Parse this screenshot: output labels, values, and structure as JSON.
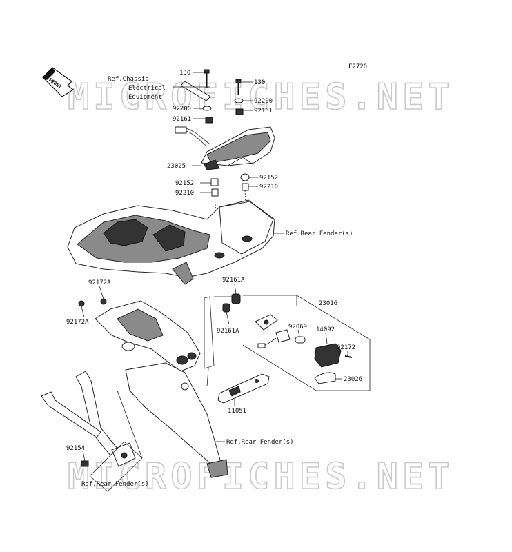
{
  "figure_code": "F2720",
  "front_arrow_label": "FRONT",
  "watermark": "MICROFICHES.NET",
  "parts": {
    "p130_left": "130",
    "p130_right": "130",
    "p92200_left": "92200",
    "p92200_right": "92200",
    "p92161_left": "92161",
    "p92161_right": "92161",
    "p23025": "23025",
    "p92152_left": "92152",
    "p92152_right": "92152",
    "p92210_left": "92210",
    "p92210_right": "92210",
    "p92172A_top": "92172A",
    "p92172A_bottom": "92172A",
    "p92161A_top": "92161A",
    "p92161A_bottom": "92161A",
    "p23016": "23016",
    "p92069": "92069",
    "p14092": "14092",
    "p92172": "92172",
    "p23026": "23026",
    "p11051": "11051",
    "p92154": "92154"
  },
  "references": {
    "chassis_line1": "Ref.Chassis",
    "chassis_line2": "Electrical",
    "chassis_line3": "Equipment",
    "rear_fender_1": "Ref.Rear Fender(s)",
    "rear_fender_2": "Ref.Rear Fender(s)",
    "rear_fender_3": "Ref.Rear Fender(s)"
  }
}
